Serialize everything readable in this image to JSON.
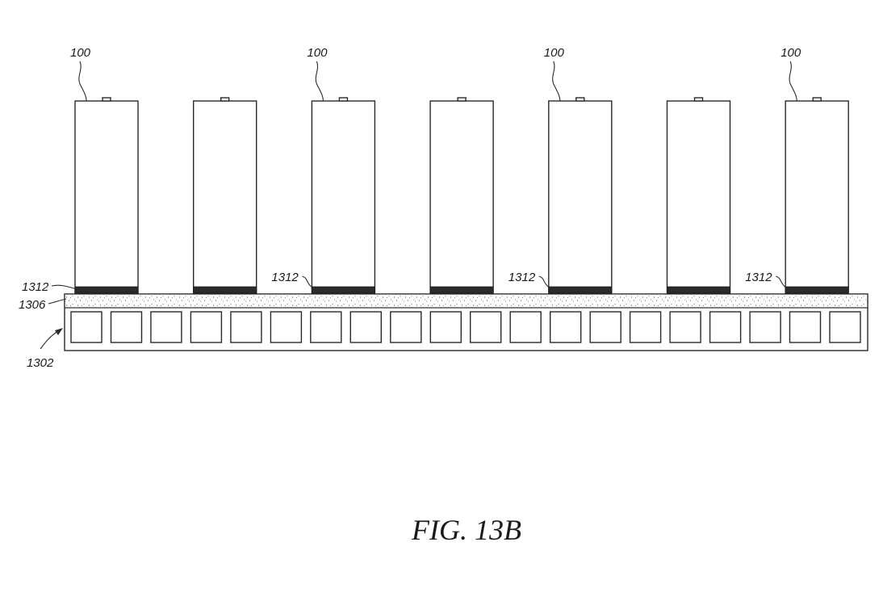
{
  "figure": {
    "caption": "FIG. 13B",
    "labels": {
      "cell": "100",
      "pad": "1312",
      "layer": "1306",
      "plate": "1302"
    },
    "cell_count": 7,
    "channel_count": 20,
    "labeled_cell_indices": [
      0,
      2,
      4,
      6
    ],
    "pad_labeled_cell_indices": [
      0,
      2,
      4,
      6
    ]
  }
}
